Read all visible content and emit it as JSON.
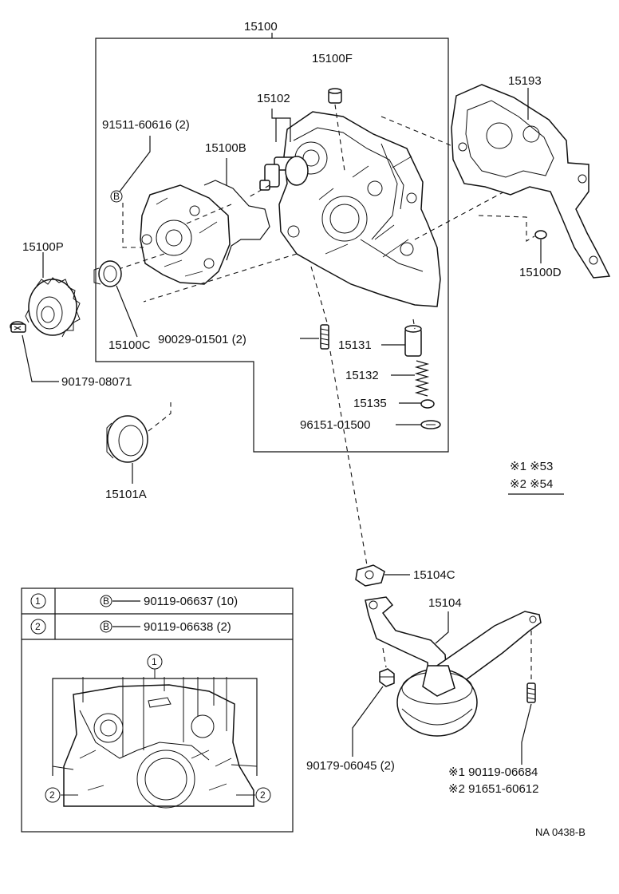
{
  "labels": {
    "assy": "15100",
    "plug": "15100F",
    "rotor_set": "15102",
    "bolt_set": "91511-60616 (2)",
    "o_ring": "15100B",
    "gear_p": "15100P",
    "bushing": "15100C",
    "screw": "90179-08071",
    "gasket": "15193",
    "pin": "15100D",
    "stud": "90029-01501 (2)",
    "valve": "15131",
    "spring": "15132",
    "retainer": "15135",
    "snap_ring": "96151-01500",
    "seal": "15101A",
    "note1": "※1  ※53",
    "note2": "※2  ※54",
    "strainer_gasket": "15104C",
    "strainer": "15104",
    "nut": "90179-06045 (2)",
    "alt1": "※1  90119-06684",
    "alt2": "※2  91651-60612",
    "code": "NA 0438-B"
  },
  "legend": {
    "rows": [
      {
        "num": "1",
        "letter": "B",
        "part": "90119-06637 (10)"
      },
      {
        "num": "2",
        "letter": "B",
        "part": "90119-06638 (2)"
      }
    ],
    "callout_1": "1",
    "callout_2a": "2",
    "callout_2b": "2",
    "b_marker": "B"
  }
}
